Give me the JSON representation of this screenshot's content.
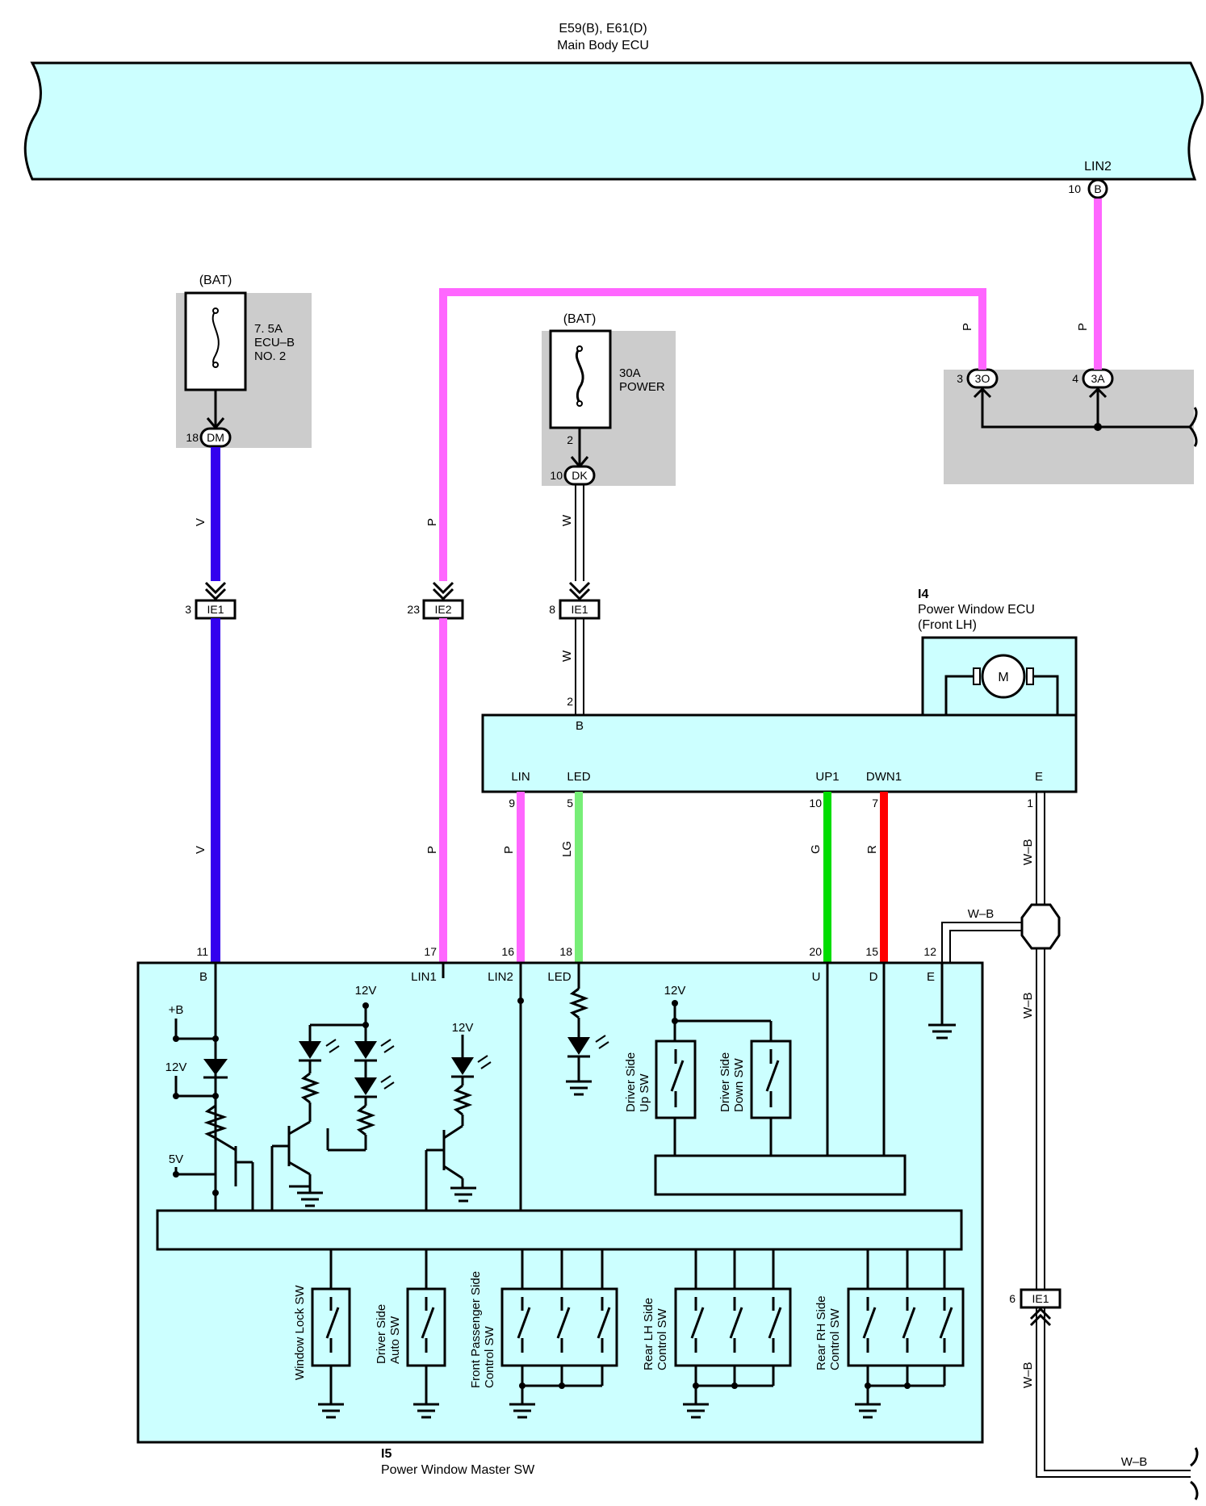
{
  "ecu_top": {
    "title": "E59(B), E61(D)",
    "subtitle": "Main Body ECU",
    "pin_label": "LIN2",
    "pin_no": "10",
    "pin_id": "B"
  },
  "fuse1": {
    "source": "(BAT)",
    "rating": "7. 5A",
    "name1": "ECU–B",
    "name2": "NO. 2",
    "pin_no": "18",
    "conn": "DM"
  },
  "fuse2": {
    "source": "(BAT)",
    "rating": "30A",
    "name": "POWER",
    "pin_top": "2",
    "pin_no": "10",
    "conn": "DK"
  },
  "junction_right": {
    "pin3": "3",
    "conn3": "3O",
    "pin4": "4",
    "conn4": "3A"
  },
  "wires": {
    "v": "V",
    "p": "P",
    "w": "W",
    "lg": "LG",
    "g": "G",
    "r": "R",
    "wb": "W–B"
  },
  "connectors": {
    "c1": {
      "no": "3",
      "id": "IE1"
    },
    "c2": {
      "no": "23",
      "id": "IE2"
    },
    "c3": {
      "no": "8",
      "id": "IE1"
    },
    "c4": {
      "no": "6",
      "id": "IE1"
    }
  },
  "pwecu": {
    "id": "I4",
    "name": "Power Window ECU",
    "sub": "(Front LH)",
    "motor": "M",
    "pin_b_no": "2",
    "pin_b": "B",
    "pins": [
      {
        "no": "9",
        "name": "LIN"
      },
      {
        "no": "5",
        "name": "LED"
      },
      {
        "no": "10",
        "name": "UP1"
      },
      {
        "no": "7",
        "name": "DWN1"
      },
      {
        "no": "1",
        "name": "E"
      }
    ]
  },
  "master": {
    "id": "I5",
    "name": "Power Window Master SW",
    "pins": [
      {
        "no": "11",
        "name": "B"
      },
      {
        "no": "17",
        "name": "LIN1"
      },
      {
        "no": "16",
        "name": "LIN2"
      },
      {
        "no": "18",
        "name": "LED"
      },
      {
        "no": "20",
        "name": "U"
      },
      {
        "no": "15",
        "name": "D"
      },
      {
        "no": "12",
        "name": "E"
      }
    ],
    "supplies": {
      "plus_b": "+B",
      "v12": "12V",
      "v5": "5V"
    },
    "switches": {
      "driver_up": [
        "Driver Side",
        "Up SW"
      ],
      "driver_down": [
        "Driver Side",
        "Down SW"
      ],
      "window_lock": [
        "Window Lock SW"
      ],
      "driver_auto": [
        "Driver Side",
        "Auto SW"
      ],
      "front_pass": [
        "Front Passenger Side",
        "Control SW"
      ],
      "rear_lh": [
        "Rear LH Side",
        "Control SW"
      ],
      "rear_rh": [
        "Rear RH Side",
        "Control SW"
      ]
    }
  },
  "colors": {
    "violet": "#3300ee",
    "pink": "#ff66ff",
    "lightgreen": "#77ee77",
    "green": "#00dd00",
    "red": "#ff0000",
    "ecu_fill": "#ccffff",
    "gray_box": "#cccccc"
  }
}
